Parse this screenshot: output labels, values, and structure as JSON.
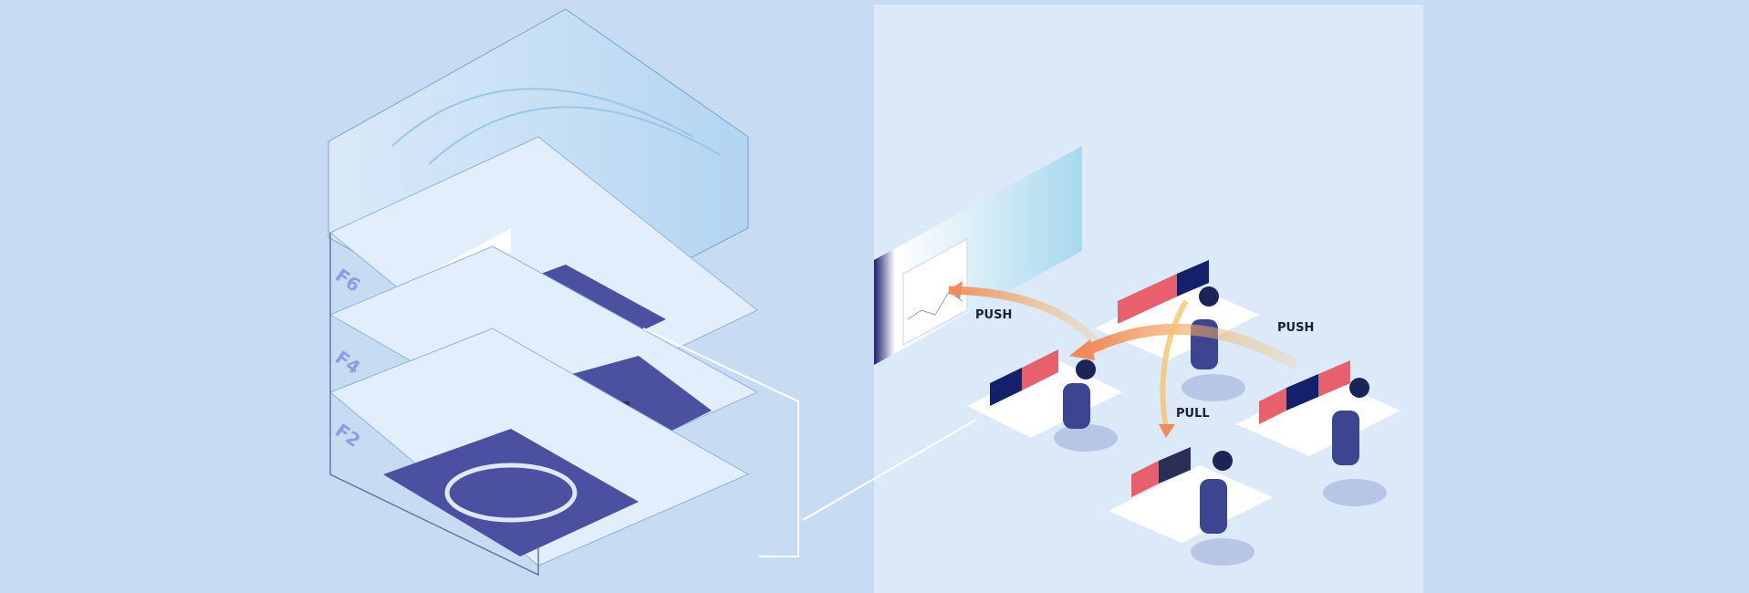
{
  "building": {
    "floors": [
      {
        "label": "F6"
      },
      {
        "label": "F4"
      },
      {
        "label": "F2"
      }
    ]
  },
  "workspace": {
    "arrows": [
      {
        "label": "PUSH"
      },
      {
        "label": "PUSH"
      },
      {
        "label": "PULL"
      }
    ]
  },
  "colors": {
    "background": "#c7dcf3",
    "panel": "#dce9f8",
    "floor": "#4b50a0",
    "navy": "#1c2070",
    "monitor_red": "#e8606c",
    "arrow_orange": "#f08a5a",
    "arrow_yellow": "#f5c46a"
  }
}
